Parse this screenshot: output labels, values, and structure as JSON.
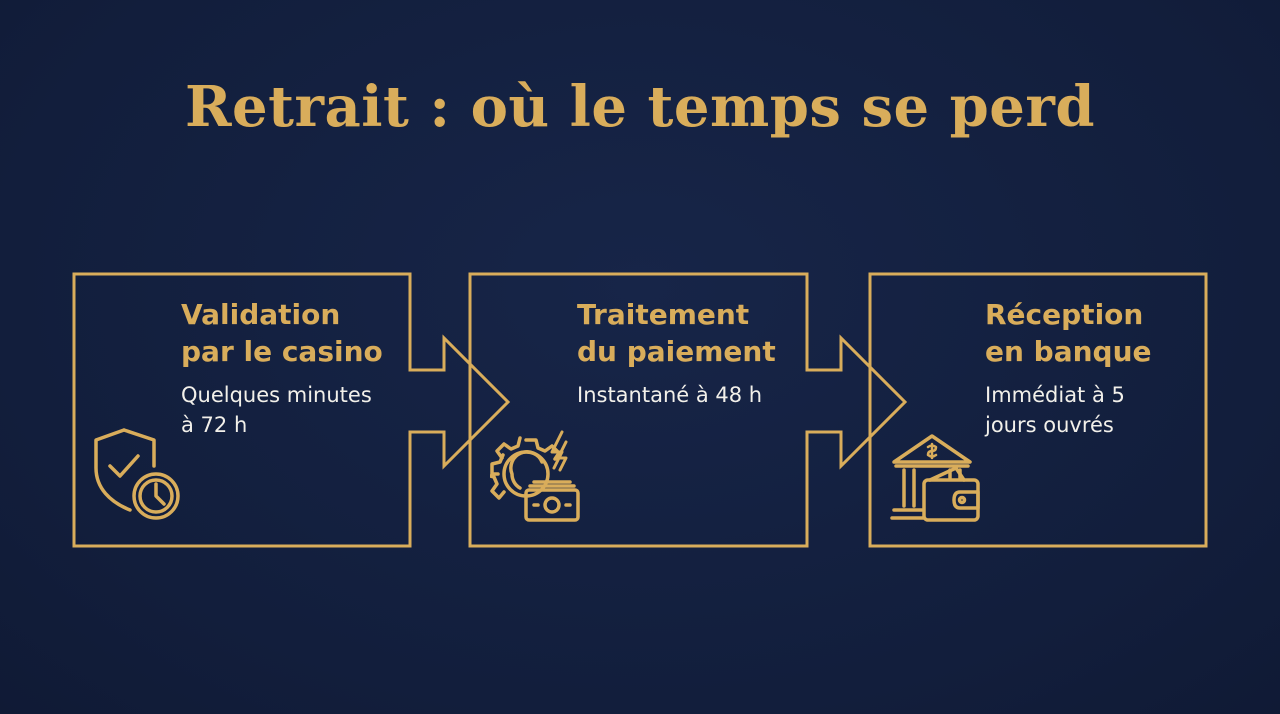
{
  "title": "Retrait : où le temps se perd",
  "colors": {
    "background": "#14213f",
    "gold": "#d9ad5b",
    "text": "#f2f0ea"
  },
  "steps": [
    {
      "title_line1": "Validation",
      "title_line2": "par le casino",
      "desc_line1": "Quelques minutes",
      "desc_line2": "à 72 h",
      "icon": "shield-check-clock-icon"
    },
    {
      "title_line1": "Traitement",
      "title_line2": "du paiement",
      "desc_line1": "Instantané à 48 h",
      "desc_line2": "",
      "icon": "gear-lightning-cash-icon"
    },
    {
      "title_line1": "Réception",
      "title_line2": "en banque",
      "desc_line1": "Immédiat à 5",
      "desc_line2": "jours ouvrés",
      "icon": "bank-wallet-icon"
    }
  ]
}
